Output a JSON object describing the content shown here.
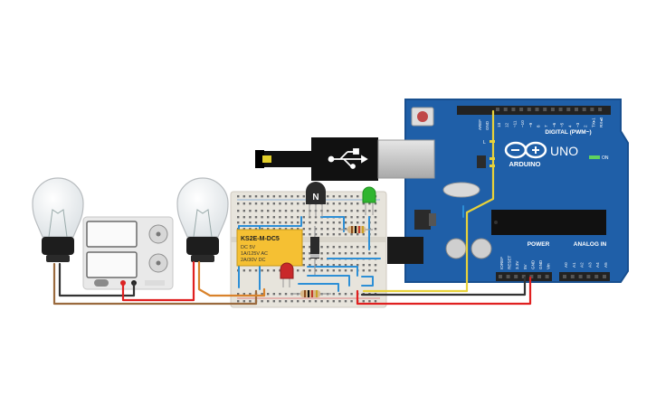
{
  "arduino": {
    "brand": "ARDUINO",
    "model": "UNO",
    "on_label": "ON",
    "digital_header": "DIGITAL (PWM~)",
    "power_header": "POWER",
    "analog_header": "ANALOG IN",
    "left_top_labels": [
      "AREF",
      "GND"
    ],
    "digital_pins": [
      "13",
      "12",
      "~11",
      "~10",
      "~9",
      "8",
      "7",
      "~6",
      "~5",
      "4",
      "~3",
      "2",
      "TX▸1",
      "RX◂0"
    ],
    "led_labels": [
      "L",
      "TX",
      "RX"
    ],
    "power_pins": [
      "IOREF",
      "RESET",
      "3.3V",
      "5V",
      "GND",
      "GND",
      "Vin"
    ],
    "analog_pins": [
      "A0",
      "A1",
      "A2",
      "A3",
      "A4",
      "A5"
    ]
  },
  "relay": {
    "model": "KS2E-M-DC5",
    "lines": [
      "DC 5V",
      "1A/125V AC",
      "2A/30V DC"
    ]
  },
  "transistor": {
    "label": "N"
  },
  "colors": {
    "board": "#1f5fa8",
    "board_edge": "#184f8f",
    "relay": "#f5c033",
    "wire_blue": "#2d8fd6",
    "wire_red": "#e02020",
    "wire_black": "#333333",
    "wire_orange": "#d9822b",
    "wire_brown": "#9a6a3e",
    "wire_yellow": "#e8d23a",
    "led_green": "#2fb52f",
    "led_red": "#c9282a"
  },
  "icons": [
    "usb-symbol-icon",
    "bulb-icon",
    "power-supply-icon"
  ]
}
